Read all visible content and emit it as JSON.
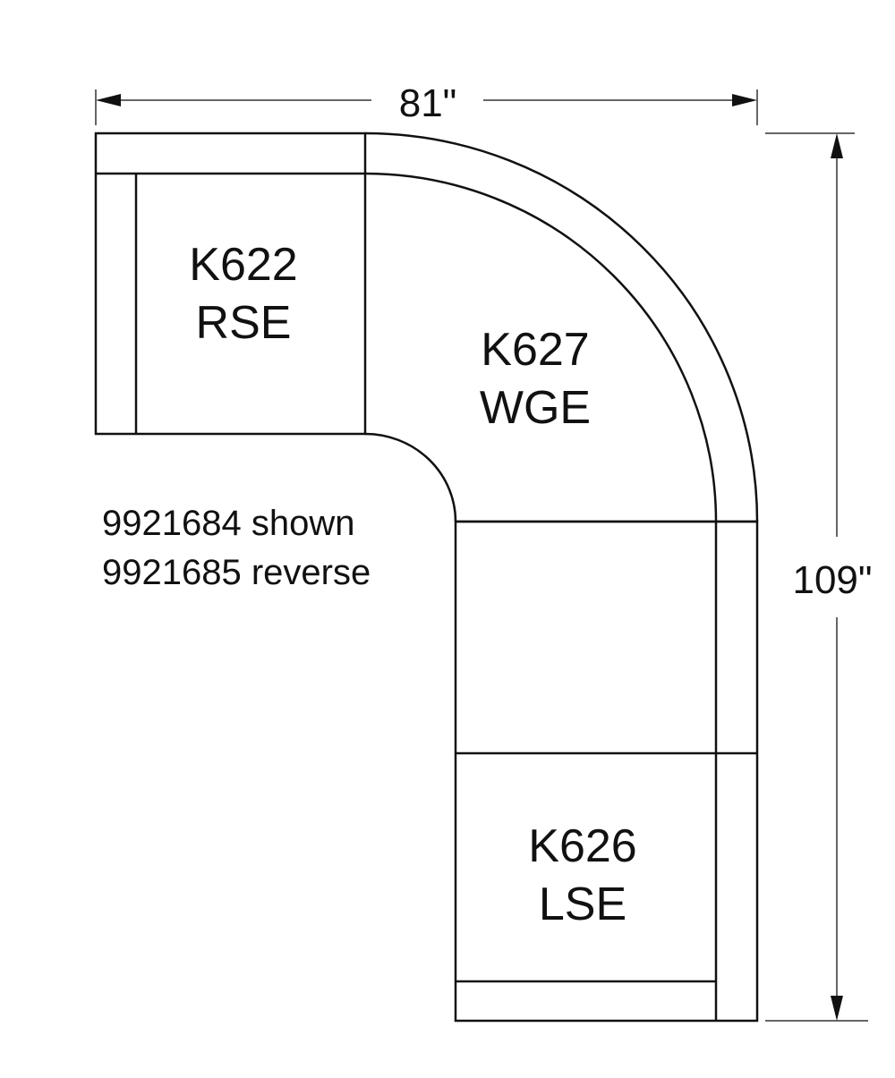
{
  "dimensions": {
    "width": "81\"",
    "depth": "109\""
  },
  "pieces": [
    {
      "code": "K622",
      "type": "RSE"
    },
    {
      "code": "K627",
      "type": "WGE"
    },
    {
      "code": "K626",
      "type": "LSE"
    }
  ],
  "notes": [
    "9921684 shown",
    "9921685 reverse"
  ]
}
